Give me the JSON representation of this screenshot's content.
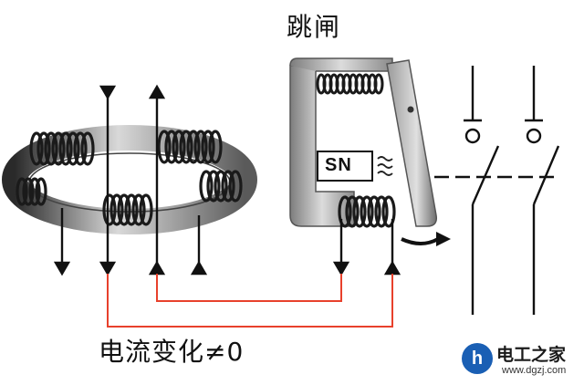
{
  "diagram": {
    "title": "跳闸",
    "caption": "电流变化≠0",
    "magnet_label": "SN",
    "colors": {
      "wire": "#111111",
      "signal_loop": "#e8412c",
      "core": "#b8b8b8",
      "yoke": "#9a9a9a",
      "brand_blue": "#1a5fb4"
    }
  },
  "brand": {
    "logo_glyph": "h",
    "name": "电工之家",
    "url": "www.dgzj.com"
  }
}
